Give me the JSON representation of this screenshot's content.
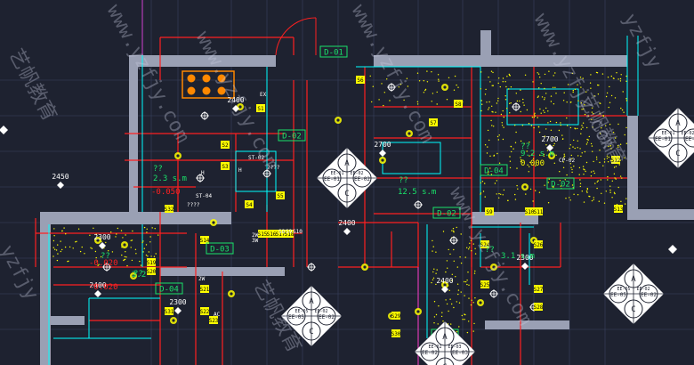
{
  "colors": {
    "background": "#1e2230",
    "wall": "#9aa0b4",
    "red": "#ff2020",
    "yellow": "#ffff00",
    "green": "#19e36a",
    "cyan": "#00ffff",
    "white": "#ffffff",
    "magenta": "#d040d0"
  },
  "watermark": {
    "brand": "yzfjy",
    "brand_alt": "www.yzfjy.com",
    "brand_cn": "艺帆教育"
  },
  "dimensions": [
    "2450",
    "2400",
    "2700",
    "2700",
    "2400",
    "2300",
    "2300",
    "2300",
    "2400",
    "2400"
  ],
  "area_labels": [
    {
      "text": "??",
      "color": "green"
    },
    {
      "text": "2.3 s.m",
      "color": "green"
    },
    {
      "text": "-0.050",
      "color": "red"
    },
    {
      "text": "??",
      "color": "green"
    },
    {
      "text": "12.5 s.m",
      "color": "green"
    },
    {
      "text": "??",
      "color": "green"
    },
    {
      "text": "9.2 s.m",
      "color": "green"
    },
    {
      "text": "0.000",
      "color": "yellow"
    },
    {
      "text": "??",
      "color": "green"
    },
    {
      "text": "-0.020",
      "color": "red"
    },
    {
      "text": "??",
      "color": "green"
    },
    {
      "text": "2.2",
      "color": "green"
    },
    {
      "text": "-0.020",
      "color": "red"
    },
    {
      "text": "3.1 s.m",
      "color": "green"
    },
    {
      "text": "??",
      "color": "green"
    }
  ],
  "room_tags": [
    "D-01",
    "D-02",
    "D-03",
    "D-04",
    "D-02",
    "D-04",
    "D-04",
    "D-02"
  ],
  "legend_hexes": [
    {
      "top": "A",
      "left": "EE-01",
      "right": "EE-02",
      "bottom": "C",
      "inner": [
        "EE-01",
        "EE-02"
      ]
    },
    {
      "top": "A",
      "left": "EE-01",
      "right": "EE-02",
      "bottom": "C",
      "inner": [
        "EE-01",
        "EE-02"
      ]
    },
    {
      "top": "A",
      "left": "EE-05",
      "right": "EE-02",
      "bottom": "C",
      "inner": [
        "EE-05",
        "EE-02"
      ]
    },
    {
      "top": "A",
      "left": "EE-05",
      "right": "EE-02",
      "bottom": "C",
      "inner": [
        "EE-05",
        "EE-02"
      ]
    },
    {
      "top": "A",
      "left": "EE-02",
      "right": "EE-03",
      "bottom": "C",
      "inner": [
        "EE-02",
        "EE-03"
      ]
    }
  ],
  "switch_tags": [
    "S1",
    "S2",
    "S3",
    "S4",
    "S5",
    "S6",
    "S7",
    "S8",
    "S9",
    "S10",
    "S11",
    "S12",
    "S13",
    "S14",
    "S15",
    "S16",
    "S17",
    "S18",
    "S19",
    "S20",
    "S21",
    "S22",
    "S23",
    "S24",
    "S25",
    "S26",
    "S27",
    "S28",
    "S29",
    "S30",
    "S31",
    "S32"
  ],
  "switch_codes": [
    "S1",
    "S2",
    "S3",
    "S4",
    "S5",
    "S6",
    "S7",
    "S8",
    "S9",
    "S10",
    "S11",
    "S12",
    "S13",
    "S14",
    "S15",
    "S16",
    "S17",
    "S18",
    "S19",
    "S20",
    "S21",
    "S22",
    "S23",
    "S24",
    "S25",
    "S26",
    "S27",
    "S28",
    "S29",
    "S30",
    "S31",
    "S32"
  ],
  "small_labels": [
    "EX",
    "ST-04",
    "H",
    "H",
    "ST-02",
    "CP-02",
    "2W",
    "3W",
    "2W",
    "AC",
    "S8",
    "S9",
    "S10",
    "????",
    "????"
  ]
}
